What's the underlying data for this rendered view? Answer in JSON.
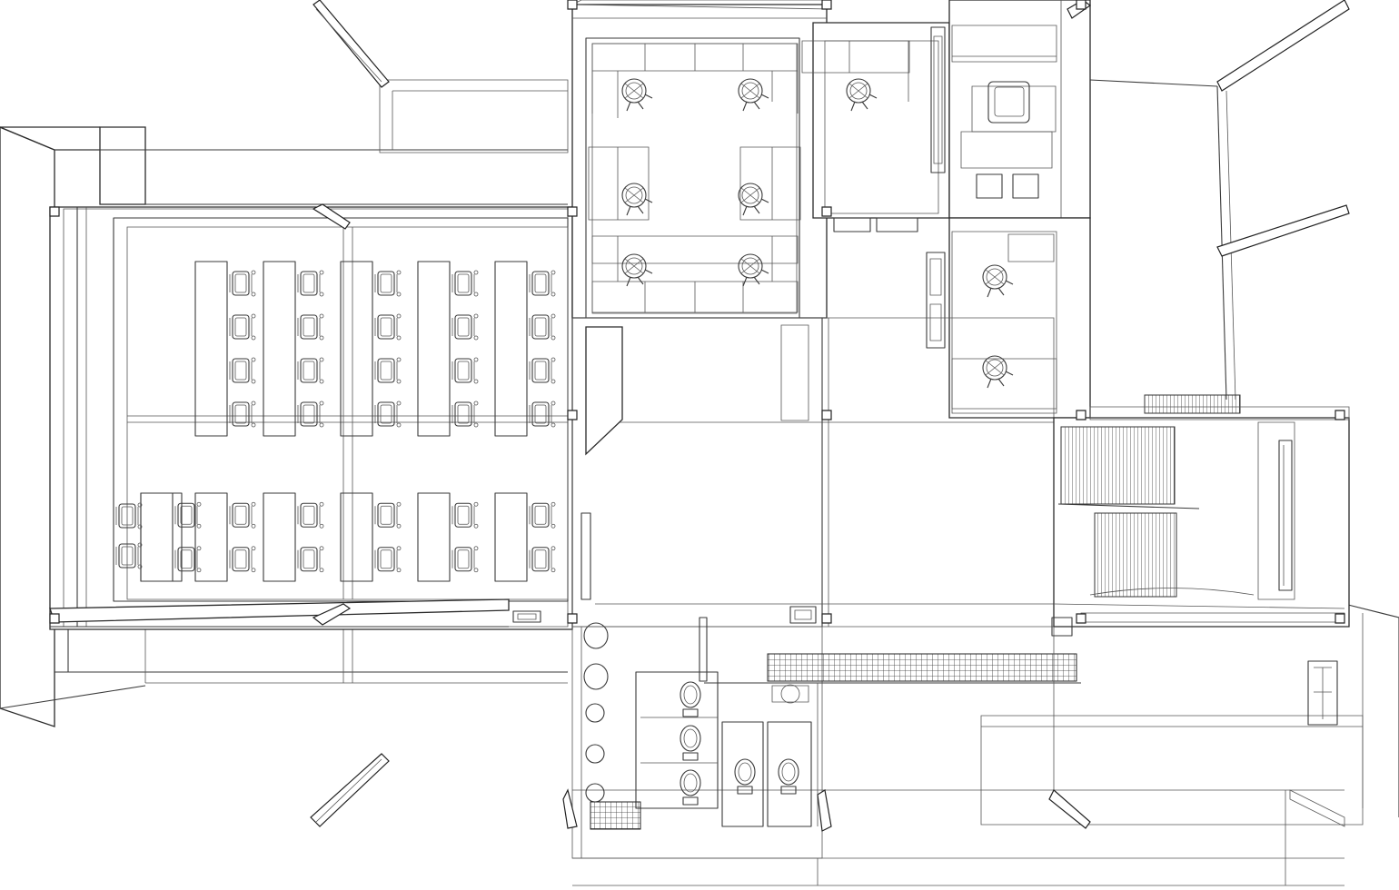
{
  "palette": {
    "line": "#3a3a3a",
    "background": "#ffffff"
  },
  "zones": [
    {
      "id": "classroom",
      "desk_rows": 2,
      "desk_columns": 6
    },
    {
      "id": "office-open-plan"
    },
    {
      "id": "office-private-upper"
    },
    {
      "id": "office-private-lower"
    },
    {
      "id": "corridor"
    },
    {
      "id": "stairwell"
    },
    {
      "id": "restrooms"
    },
    {
      "id": "terrace"
    }
  ]
}
